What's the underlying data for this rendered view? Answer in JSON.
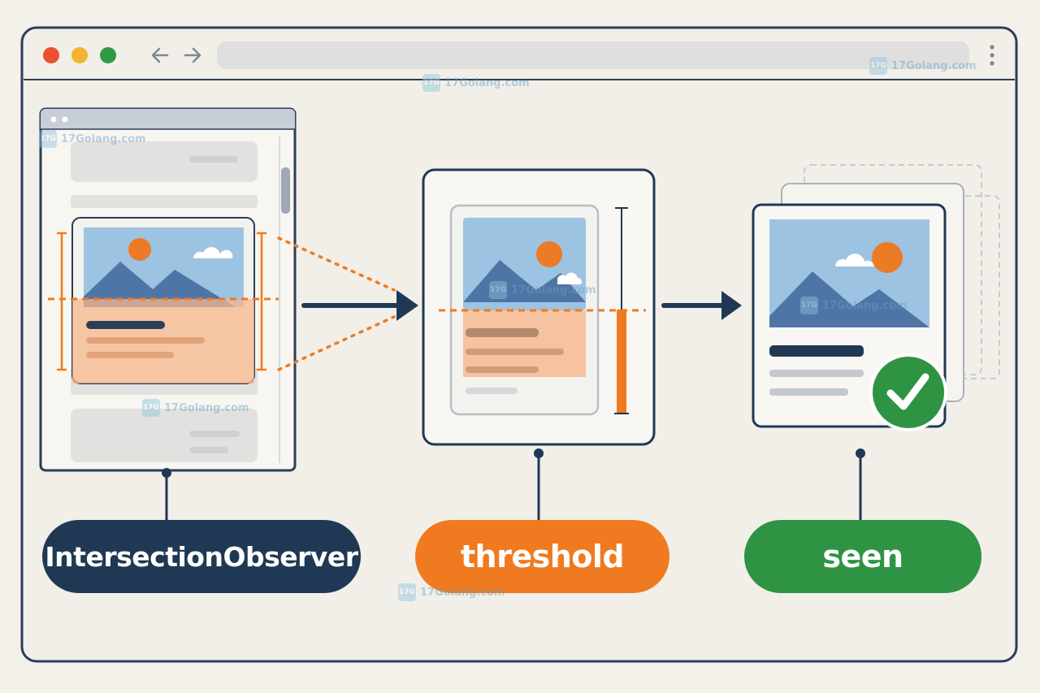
{
  "labels": {
    "observer": "IntersectionObserver",
    "threshold": "threshold",
    "seen": "seen"
  },
  "watermark": {
    "text": "17Golang.com",
    "logo_text": "17G"
  },
  "icons": {
    "back": "arrow-left-icon",
    "forward": "arrow-right-icon",
    "menu": "kebab-menu-icon",
    "check": "checkmark-icon",
    "sun": "sun-icon",
    "cloud": "cloud-icon"
  },
  "colors": {
    "navy": "#1f3854",
    "orange": "#f07a1f",
    "green": "#2e9444",
    "sky": "#9dc3e2",
    "mountain": "#4f75a6",
    "traffic_red": "#ec4f2f",
    "traffic_yellow": "#f4b22e",
    "traffic_green": "#2f9a46"
  }
}
